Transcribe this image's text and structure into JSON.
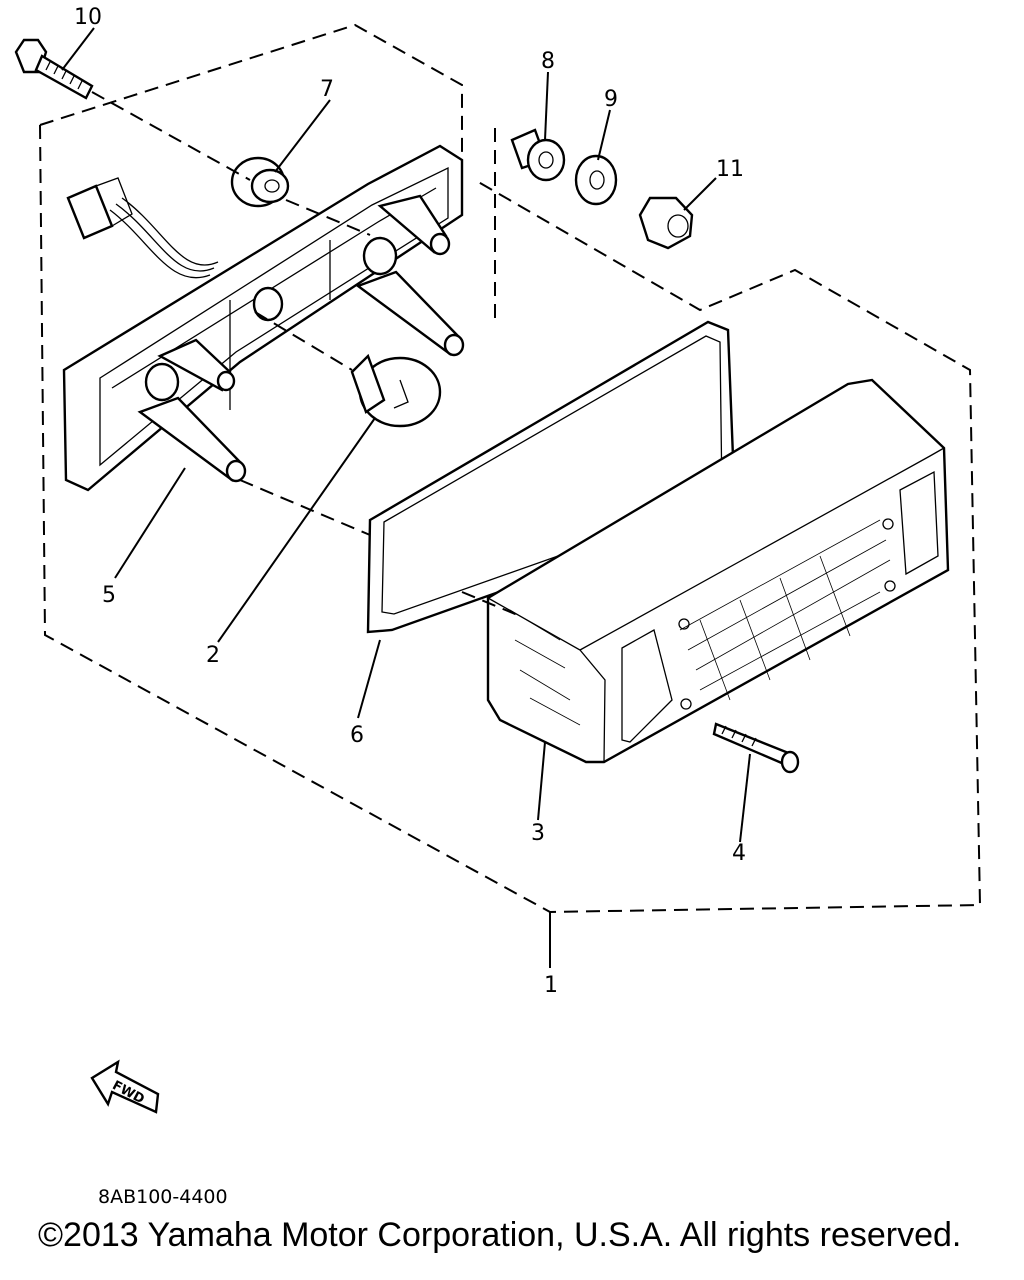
{
  "callouts": [
    "1",
    "2",
    "3",
    "4",
    "5",
    "6",
    "7",
    "8",
    "9",
    "10",
    "11"
  ],
  "fwd_label": "FWD",
  "diagram_code": "8AB100-4400",
  "copyright": "©2013 Yamaha Motor Corporation, U.S.A. All rights reserved."
}
